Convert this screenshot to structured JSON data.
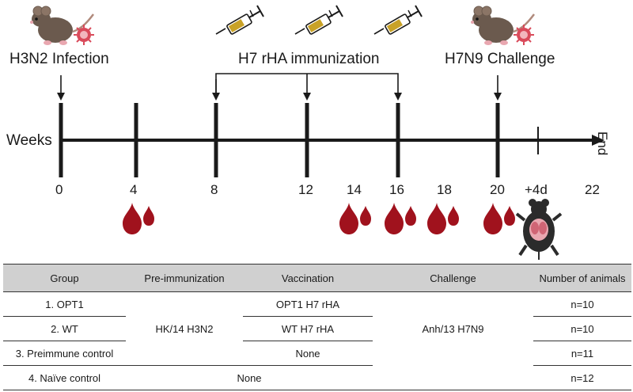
{
  "phases": {
    "infection": "H3N2 Infection",
    "immunization": "H7 rHA immunization",
    "challenge": "H7N9 Challenge"
  },
  "axis": {
    "label": "Weeks",
    "end_label": "End"
  },
  "weeks": [
    "0",
    "4",
    "8",
    "12",
    "14",
    "16",
    "18",
    "20",
    "+4d",
    "22"
  ],
  "events": {
    "infection_week": "0",
    "immunization_weeks": [
      "8",
      "12",
      "16"
    ],
    "challenge_week": "20",
    "bleed_weeks": [
      "4",
      "14",
      "16",
      "18",
      "20"
    ],
    "endpoint": "+4d"
  },
  "table": {
    "headers": [
      "Group",
      "Pre-immunization",
      "Vaccination",
      "Challenge",
      "Number of animals"
    ],
    "rows": [
      {
        "group": "1. OPT1",
        "vaccination": "OPT1 H7 rHA",
        "animals": "n=10"
      },
      {
        "group": "2. WT",
        "vaccination": "WT H7 rHA",
        "animals": "n=10"
      },
      {
        "group": "3. Preimmune control",
        "vaccination": "None",
        "animals": "n=11"
      },
      {
        "group": "4. Naïve control",
        "animals": "n=12"
      }
    ],
    "pre_immunization_shared": "HK/14 H3N2",
    "challenge_shared": "Anh/13 H7N9",
    "naive_none": "None"
  },
  "colors": {
    "blood": "#a0121d",
    "mouse": "#6b5a4e",
    "virus": "#d94a5a",
    "syringe_fill": "#c9a227",
    "header_bg": "#d0d0d0"
  },
  "icons": [
    "mouse-icon",
    "virus-icon",
    "syringe-icon",
    "blood-drop-icon",
    "dead-mouse-icon"
  ]
}
